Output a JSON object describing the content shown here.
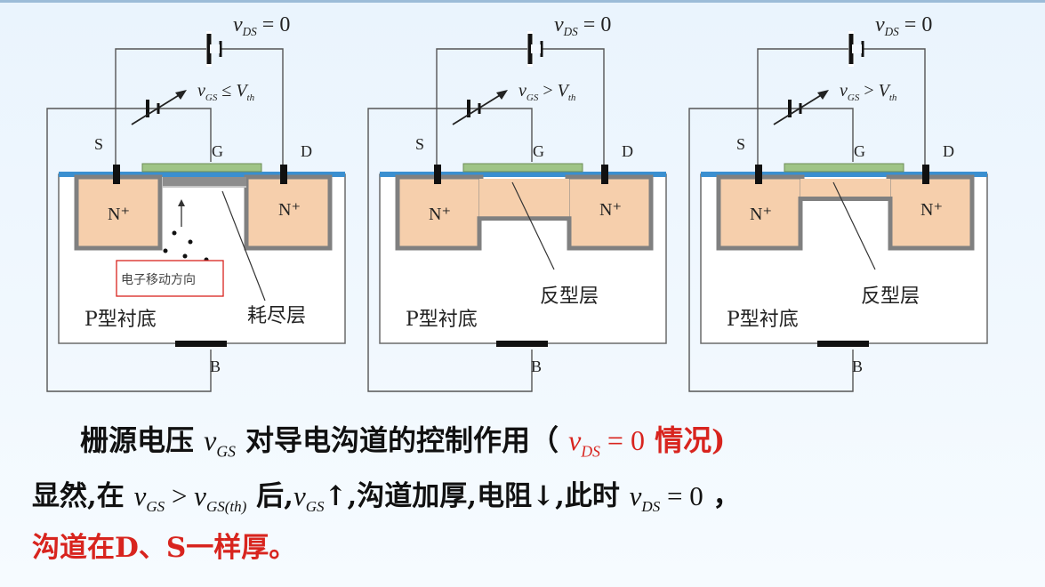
{
  "panels": [
    {
      "vds_label": "= 0",
      "vgs_rel": "≤",
      "vgs_rhs": "V",
      "rhs_sub": "th",
      "S": "S",
      "G": "G",
      "D": "D",
      "B": "B",
      "n_left": "N⁺",
      "n_right": "N⁺",
      "substrate": "P型衬底",
      "layer_label": "耗尽层",
      "arrow_box": "电子移动方向",
      "has_channel": false
    },
    {
      "vds_label": "= 0",
      "vgs_rel": ">",
      "vgs_rhs": "V",
      "rhs_sub": "th",
      "S": "S",
      "G": "G",
      "D": "D",
      "B": "B",
      "n_left": "N⁺",
      "n_right": "N⁺",
      "substrate": "P型衬底",
      "layer_label": "反型层",
      "has_channel": true,
      "channel_level": 0.45
    },
    {
      "vds_label": "= 0",
      "vgs_rel": ">",
      "vgs_rhs": "V",
      "rhs_sub": "th",
      "S": "S",
      "G": "G",
      "D": "D",
      "B": "B",
      "n_left": "N⁺",
      "n_right": "N⁺",
      "substrate": "P型衬底",
      "layer_label": "反型层",
      "has_channel": true,
      "channel_level": 0.75
    }
  ],
  "symbols": {
    "v": "v",
    "DS": "DS",
    "GS": "GS"
  },
  "caption": {
    "title_pre": "栅源电压",
    "title_mid": "对导电沟道的控制作用（",
    "title_post": "情况)",
    "vds_eq": "= 0",
    "line2_a": "显然,在",
    "line2_gt": ">",
    "gsth_sub": "GS(th)",
    "line2_b": "后,",
    "line2_c": "↑,沟道加厚,电阻↓,此时",
    "line2_eq": "= 0",
    "line2_end": "，",
    "line3": "沟道在D、S一样厚。"
  },
  "colors": {
    "n_region": "#f6cfac",
    "gate": "#9fc486",
    "oxide": "#3a8fd0",
    "region_border": "#808080",
    "accent_red": "#d8241e"
  }
}
